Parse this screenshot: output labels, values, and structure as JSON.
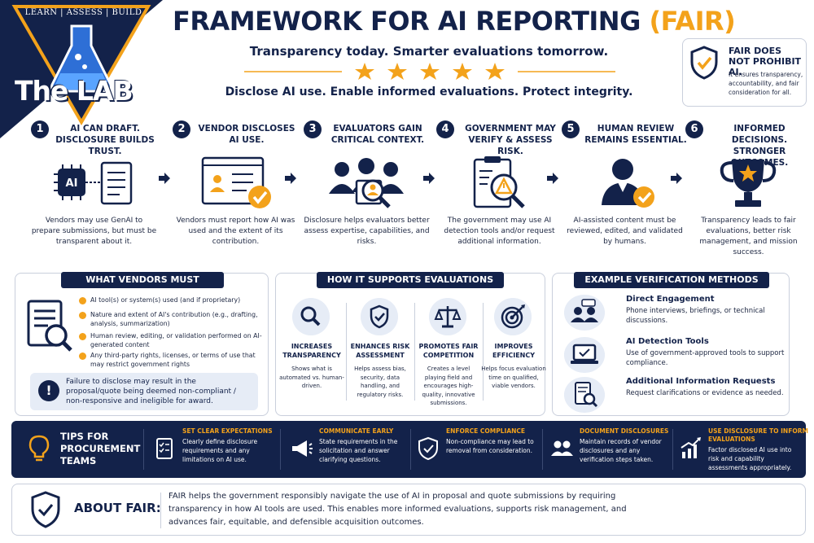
{
  "logo": {
    "top": "LEARN | ASSESS | BUILD",
    "name": "The LAB"
  },
  "header": {
    "title_main": "FRAMEWORK FOR AI REPORTING ",
    "title_accent": "(FAIR)",
    "tagline": "Transparency today.  Smarter evaluations tomorrow.",
    "subtagline": "Disclose AI use.  Enable informed evaluations.  Protect integrity."
  },
  "fair_box": {
    "title": "FAIR DOES NOT PROHIBIT AI.",
    "text": "It ensures transparency, accountability, and fair consideration for all."
  },
  "steps": [
    {
      "num": "1",
      "title": "AI CAN DRAFT. DISCLOSURE BUILDS TRUST.",
      "text": "Vendors may use GenAI to prepare submissions, but must be transparent about it.",
      "icon": "ai-chip-document-icon"
    },
    {
      "num": "2",
      "title": "VENDOR DISCLOSES AI USE.",
      "text": "Vendors must report how AI was used and the extent of its contribution.",
      "icon": "vendor-checklist-icon"
    },
    {
      "num": "3",
      "title": "EVALUATORS GAIN CRITICAL CONTEXT.",
      "text": "Disclosure helps evaluators better assess expertise, capabilities, and risks.",
      "icon": "evaluators-magnifier-icon"
    },
    {
      "num": "4",
      "title": "GOVERNMENT MAY VERIFY & ASSESS RISK.",
      "text": "The government may use AI detection tools and/or request additional information.",
      "icon": "clipboard-warning-icon"
    },
    {
      "num": "5",
      "title": "HUMAN REVIEW REMAINS ESSENTIAL.",
      "text": "AI-assisted content must be reviewed, edited, and validated by humans.",
      "icon": "person-check-icon"
    },
    {
      "num": "6",
      "title": "INFORMED DECISIONS. STRONGER OUTCOMES.",
      "text": "Transparency leads to fair evaluations, better risk management, and mission success.",
      "icon": "trophy-icon"
    }
  ],
  "disclose": {
    "heading": "WHAT VENDORS MUST DISCLOSE",
    "items": [
      "AI tool(s) or system(s) used (and if proprietary)",
      "Nature and extent of AI's contribution (e.g., drafting, analysis, summarization)",
      "Human review, editing, or validation performed on AI-generated content",
      "Any third-party rights, licenses, or terms of use that may restrict government rights"
    ],
    "warning": "Failure to disclose may result in the proposal/quote being deemed non-compliant / non-responsive and ineligible for award."
  },
  "evaluations": {
    "heading": "HOW IT SUPPORTS EVALUATIONS",
    "items": [
      {
        "title": "INCREASES TRANSPARENCY",
        "text": "Shows what is automated vs. human-driven.",
        "icon": "magnifier-icon"
      },
      {
        "title": "ENHANCES RISK ASSESSMENT",
        "text": "Helps assess bias, security, data handling, and regulatory risks.",
        "icon": "shield-check-icon"
      },
      {
        "title": "PROMOTES FAIR COMPETITION",
        "text": "Creates a level playing field and encourages high-quality, innovative submissions.",
        "icon": "scales-icon"
      },
      {
        "title": "IMPROVES EFFICIENCY",
        "text": "Helps focus evaluation time on qualified, viable vendors.",
        "icon": "target-icon"
      }
    ]
  },
  "verification": {
    "heading": "EXAMPLE VERIFICATION METHODS",
    "items": [
      {
        "title": "Direct Engagement",
        "text": "Phone interviews, briefings, or technical discussions.",
        "icon": "people-chat-icon"
      },
      {
        "title": "AI Detection Tools",
        "text": "Use of government-approved tools to support compliance.",
        "icon": "laptop-check-icon"
      },
      {
        "title": "Additional Information Requests",
        "text": "Request clarifications or evidence as needed.",
        "icon": "document-search-icon"
      }
    ]
  },
  "tips": {
    "title": "TIPS FOR PROCUREMENT TEAMS",
    "items": [
      {
        "title": "SET CLEAR EXPECTATIONS",
        "text": "Clearly define disclosure requirements and any limitations on AI use.",
        "icon": "checklist-icon"
      },
      {
        "title": "COMMUNICATE EARLY",
        "text": "State requirements in the solicitation and answer clarifying questions.",
        "icon": "megaphone-icon"
      },
      {
        "title": "ENFORCE COMPLIANCE",
        "text": "Non-compliance may lead to removal from consideration.",
        "icon": "shield-check-icon"
      },
      {
        "title": "DOCUMENT DISCLOSURES",
        "text": "Maintain records of vendor disclosures and any verification steps taken.",
        "icon": "people-icon"
      },
      {
        "title": "USE DISCLOSURE TO INFORM EVALUATIONS",
        "text": "Factor disclosed AI use into risk and capability assessments appropriately.",
        "icon": "growth-chart-icon"
      }
    ]
  },
  "about": {
    "label": "ABOUT FAIR:",
    "text": "FAIR helps the government responsibly navigate the use of AI in proposal and quote submissions by requiring transparency in how AI tools are used. This enables more informed evaluations, supports risk management, and advances fair, equitable, and defensible acquisition outcomes."
  },
  "colors": {
    "navy": "#13224a",
    "accent": "#f3a21b",
    "light": "#e6ecf6"
  }
}
